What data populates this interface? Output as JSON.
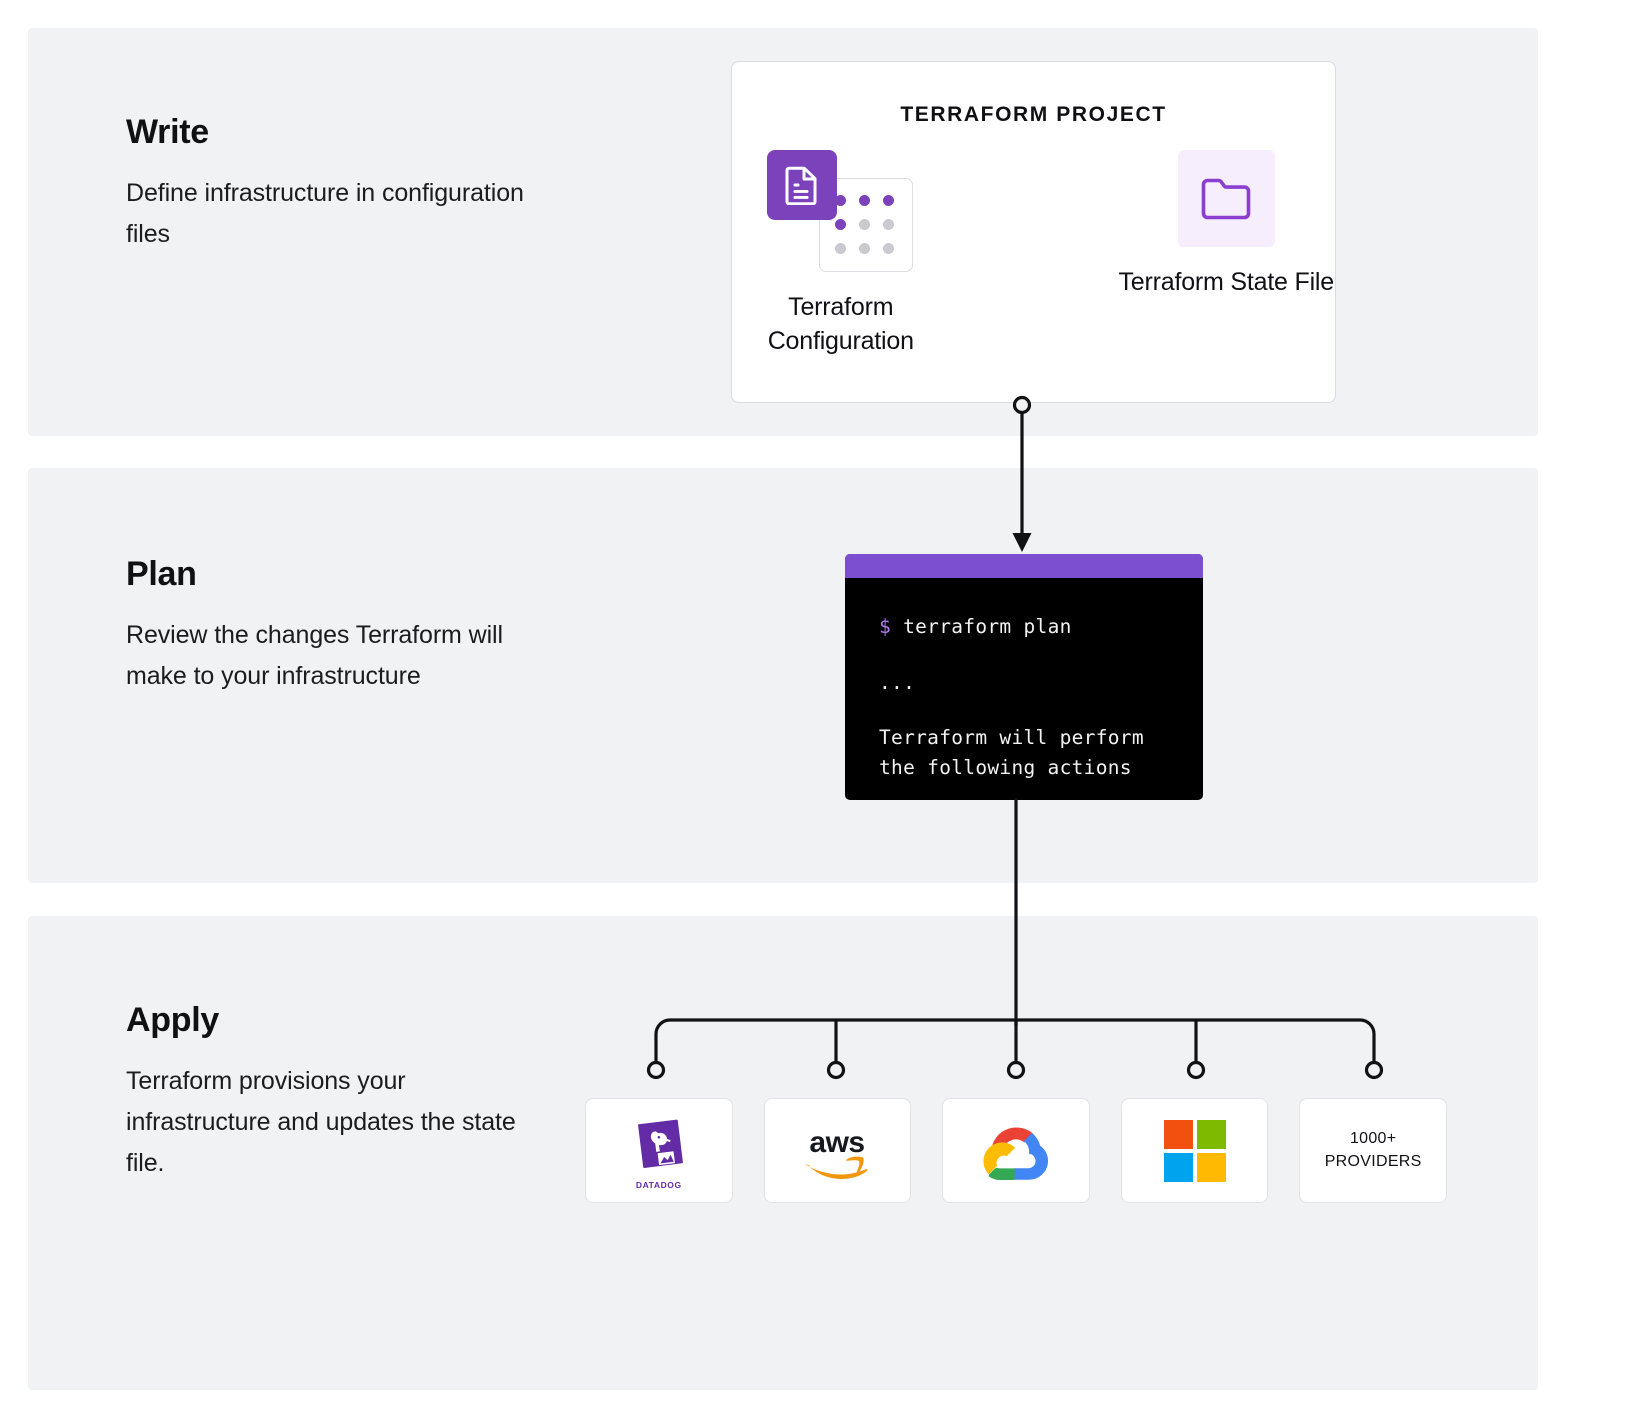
{
  "steps": [
    {
      "title": "Write",
      "desc": "Define infrastructure in configuration files"
    },
    {
      "title": "Plan",
      "desc": "Review the changes Terraform will make to your infrastructure"
    },
    {
      "title": "Apply",
      "desc": "Terraform provisions your infrastructure and updates the state file."
    }
  ],
  "project_card": {
    "title": "TERRAFORM PROJECT",
    "assets": [
      {
        "label": "Terraform Configuration",
        "icon": "document-icon"
      },
      {
        "label": "Terraform State File",
        "icon": "folder-icon"
      }
    ]
  },
  "terminal": {
    "prompt": "$",
    "command": "terraform plan",
    "ellipsis": "...",
    "output_line1": "Terraform will perform",
    "output_line2": "the following actions"
  },
  "providers": [
    {
      "name": "Datadog",
      "type": "logo",
      "logo": "datadog-logo",
      "wordmark": "DATADOG"
    },
    {
      "name": "AWS",
      "type": "logo",
      "logo": "aws-logo",
      "wordmark": "aws"
    },
    {
      "name": "Google Cloud",
      "type": "logo",
      "logo": "google-cloud-logo"
    },
    {
      "name": "Microsoft Azure",
      "type": "logo",
      "logo": "microsoft-logo"
    },
    {
      "name": "More providers",
      "type": "text",
      "line1": "1000+",
      "line2": "PROVIDERS"
    }
  ],
  "colors": {
    "band_background": "#f1f2f3",
    "terraform_purple": "#7b42bc",
    "terminal_bar": "#7b4fd0",
    "terminal_background": "#000000",
    "state_tile": "#f6edfd",
    "connector": "#121214",
    "datadog_purple": "#632ca6"
  }
}
